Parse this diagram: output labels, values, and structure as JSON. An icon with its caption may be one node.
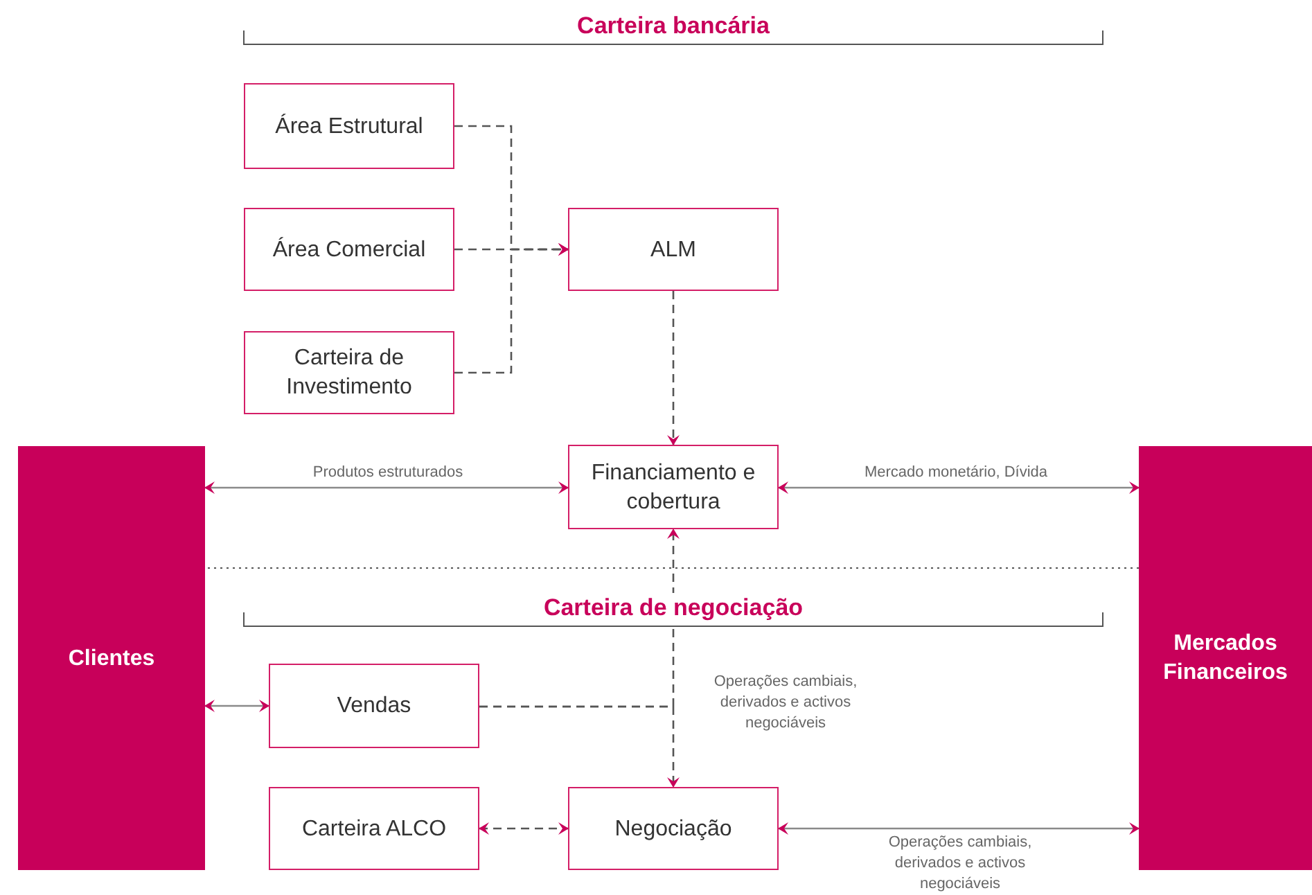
{
  "diagram": {
    "nodes": [
      {
        "text": [
          "Área Estrutural"
        ]
      },
      {
        "text": [
          "Área Comercial"
        ]
      },
      {
        "text": [
          "Carteira de Investimento"
        ]
      },
      {
        "text": [
          "ALM"
        ]
      },
      {
        "text": [
          "Financiamento e cobertura"
        ]
      },
      {
        "text": [
          "Clientes"
        ]
      },
      {
        "text": [
          "Mercados Financeiros"
        ]
      },
      {
        "text": [
          "Vendas"
        ]
      },
      {
        "text": [
          "Carteira ALCO"
        ]
      },
      {
        "text": [
          "Negociação"
        ]
      }
    ],
    "edges": [
      {
        "from": 0,
        "to": 3,
        "arrow": "to",
        "style": "dashed"
      },
      {
        "from": 1,
        "to": 3,
        "arrow": "to",
        "style": "dashed"
      },
      {
        "from": 2,
        "to": 3,
        "arrow": "to",
        "style": "dashed"
      },
      {
        "from": 3,
        "to": 4,
        "arrow": "to",
        "style": "dashed"
      },
      {
        "from": 5,
        "to": 4,
        "arrow": "both",
        "label": "Produtos estruturados"
      },
      {
        "from": 4,
        "to": 6,
        "arrow": "both",
        "label": "Mercado monetário, Dívida"
      },
      {
        "from": 7,
        "to": 4,
        "arrow": "to",
        "style": "dashed"
      },
      {
        "from": 7,
        "to": 9,
        "arrow": "to",
        "style": "dashed",
        "label": "Operações cambiais, derivados e activos negociáveis"
      },
      {
        "from": 5,
        "to": 7,
        "arrow": "both"
      },
      {
        "from": 8,
        "to": 9,
        "arrow": "both",
        "style": "dashed"
      },
      {
        "from": 9,
        "to": 6,
        "arrow": "both",
        "label": "Operações cambiais, derivados e activos negociáveis"
      }
    ],
    "labels": [
      "Carteira bancária",
      "Carteira de negociação"
    ]
  }
}
